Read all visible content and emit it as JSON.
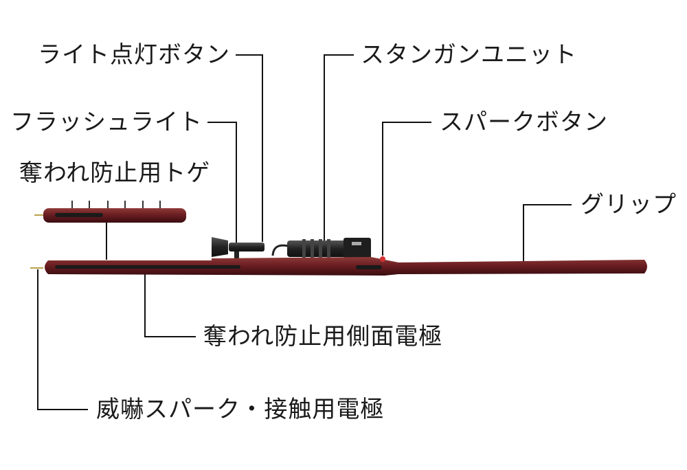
{
  "labels": {
    "light_button": "ライト点灯ボタン",
    "stun_unit": "スタンガンユニット",
    "flashlight": "フラッシュライト",
    "spark_button": "スパークボタン",
    "anti_snatch_spikes": "奪われ防止用トゲ",
    "grip": "グリップ",
    "side_electrode": "奪われ防止用側面電極",
    "tip_electrode": "威嚇スパーク・接触用電極"
  },
  "colors": {
    "wood": "#6b1e22",
    "wood_dark": "#3a0d10",
    "wood_light": "#8e3a38",
    "metal": "#2a2a2a",
    "leader_line": "#111111",
    "spark_button": "#d33333"
  }
}
